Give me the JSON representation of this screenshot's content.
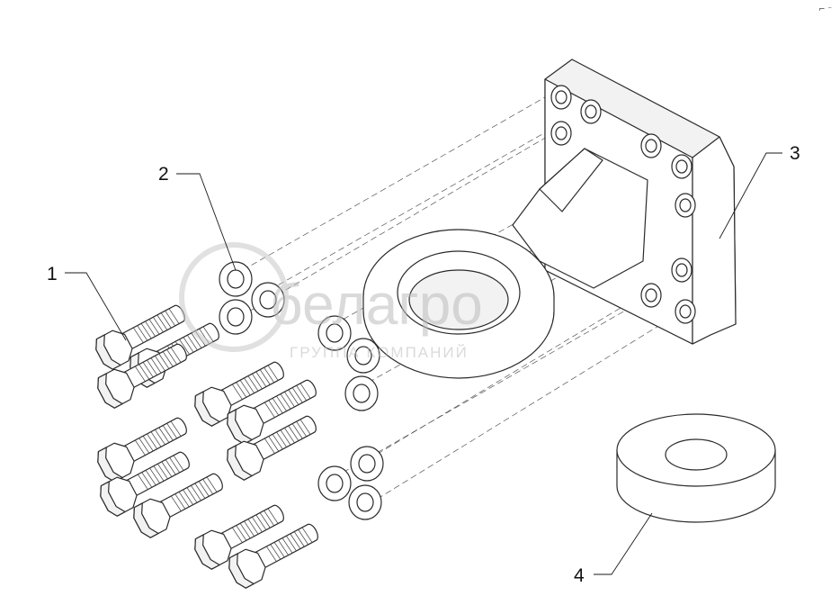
{
  "diagram": {
    "callouts": [
      {
        "id": "1",
        "label": "1"
      },
      {
        "id": "2",
        "label": "2"
      },
      {
        "id": "3",
        "label": "3"
      },
      {
        "id": "4",
        "label": "4"
      }
    ],
    "corner_mark": "⌐ ⁻"
  },
  "watermark": {
    "brand": "белагро",
    "subtitle": "ГРУППА КОМПАНИЙ"
  }
}
